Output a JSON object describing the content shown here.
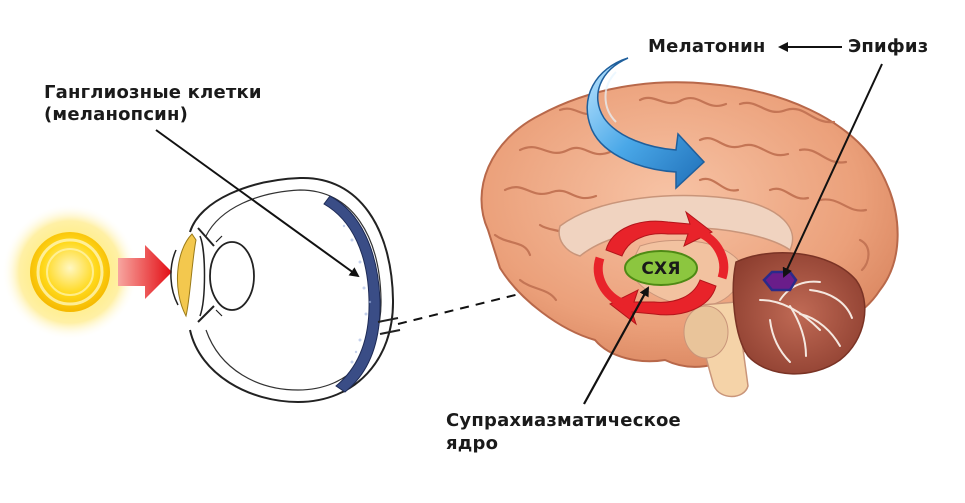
{
  "labels": {
    "ganglion_line1": "Ганглиозные клетки",
    "ganglion_line2": "(меланопсин)",
    "melatonin": "Мелатонин",
    "epiphysis": "Эпифиз",
    "scn_line1": "Супрахиазматическое",
    "scn_line2": "ядро",
    "scn_abbr": "СХЯ"
  },
  "colors": {
    "sun_core": "#ffd400",
    "sun_glow": "#fff3a0",
    "light_arrow": "#e8232a",
    "lens": "#f2c94c",
    "retina": "#2c3e6b",
    "brain": "#e8a07a",
    "brain_outline": "#b8684a",
    "scn_fill": "#8cc63f",
    "cycle_arrow": "#e8232a",
    "melatonin_arrow": "#2f8fd6",
    "pineal": "#7a2a8c",
    "cerebellum": "#a24a3a"
  },
  "icons": {
    "sun": "sun-icon",
    "light_arrow": "arrow-right-icon",
    "cycle": "circular-arrows-icon",
    "melatonin_flow": "curved-arrow-icon"
  }
}
